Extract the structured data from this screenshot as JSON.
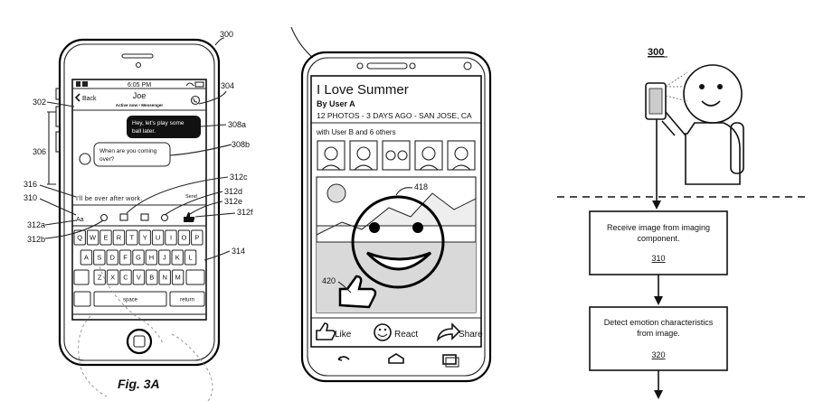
{
  "phone1": {
    "ref_main": "300",
    "ref_header": "302",
    "ref_call": "304",
    "ref_thread": "306",
    "ref_msg_out": "308a",
    "ref_msg_in": "308b",
    "ref_input": "316",
    "ref_compose": "310",
    "ref_c": "312c",
    "ref_d": "312d",
    "ref_e": "312e",
    "ref_f": "312f",
    "ref_a": "312a",
    "ref_b": "312b",
    "ref_keyboard": "314",
    "status_time": "6:05 PM",
    "back_label": "Back",
    "contact_name": "Joe",
    "contact_status": "Active now • Messenger",
    "msg_out": [
      "Hey, let's play some",
      "ball later."
    ],
    "msg_in": [
      "When are you coming",
      "over?"
    ],
    "input_text": "I'll be over after work.",
    "send_label": "Send",
    "aa_label": "Aa",
    "keys_row1": [
      "Q",
      "W",
      "E",
      "R",
      "T",
      "Y",
      "U",
      "I",
      "O",
      "P"
    ],
    "keys_row2": [
      "A",
      "S",
      "D",
      "F",
      "G",
      "H",
      "J",
      "K",
      "L"
    ],
    "keys_row3": [
      "Z",
      "X",
      "C",
      "V",
      "B",
      "N",
      "M"
    ],
    "space_label": "space",
    "return_label": "return",
    "caption": "Fig. 3A"
  },
  "phone2": {
    "title": "I Love Summer",
    "byline": "By User A",
    "meta": "12 PHOTOS - 3 DAYS AGO - SAN JOSE, CA",
    "with_text": "with User B and 6 others",
    "ref_emoji": "418",
    "ref_thumb": "420",
    "like_label": "Like",
    "react_label": "React",
    "share_label": "Share"
  },
  "flow": {
    "ref_title": "300",
    "step1_text": [
      "Receive image from imaging",
      "component."
    ],
    "step1_ref": "310",
    "step2_text": [
      "Detect emotion characteristics",
      "from image."
    ],
    "step2_ref": "320"
  }
}
